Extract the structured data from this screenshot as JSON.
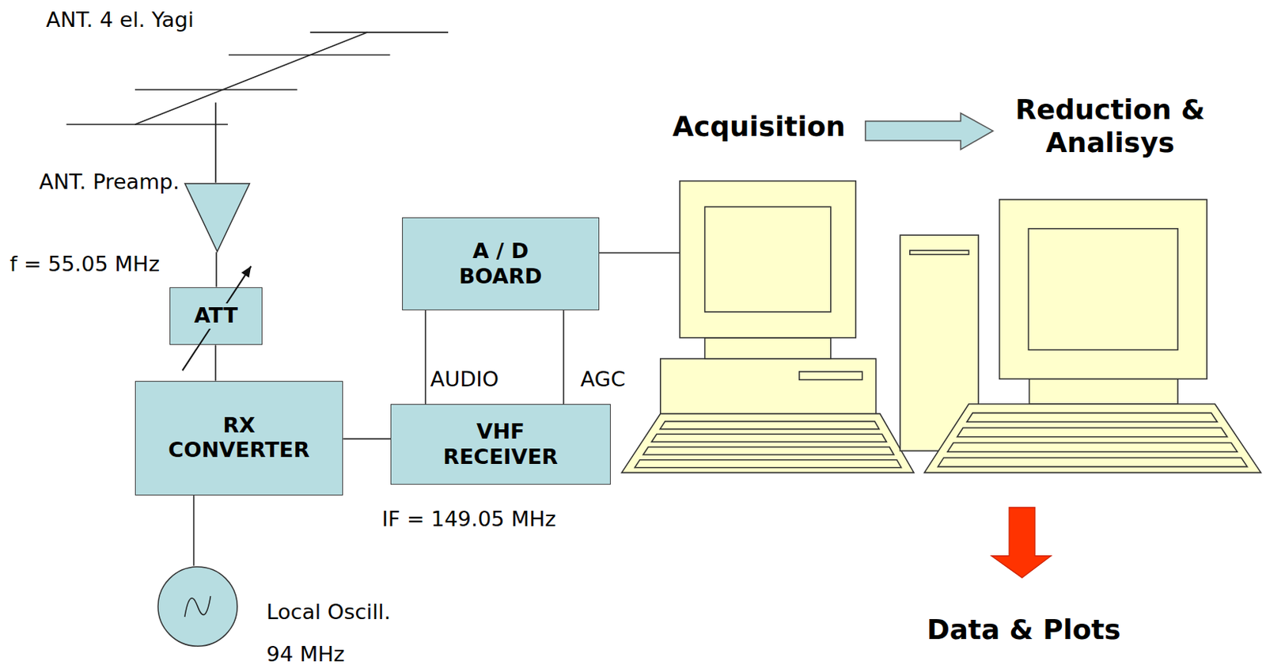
{
  "diagram": {
    "nodes": [
      {
        "text": [
          "ANT. Preamp."
        ]
      },
      {
        "text": [
          "ATT"
        ]
      },
      {
        "text": [
          "RX CONVERTER"
        ]
      },
      {
        "text": [
          "Local Oscill.",
          "94 MHz"
        ]
      },
      {
        "text": [
          "VHF RECEIVER"
        ]
      },
      {
        "text": [
          "A / D BOARD"
        ]
      }
    ],
    "edges": [
      {
        "from": 0,
        "to": 1,
        "arrow": "none"
      },
      {
        "from": 1,
        "to": 2,
        "arrow": "none"
      },
      {
        "from": 2,
        "to": 3,
        "arrow": "none"
      },
      {
        "from": 2,
        "to": 4,
        "arrow": "none"
      },
      {
        "from": 4,
        "to": 5,
        "label": "AUDIO",
        "arrow": "none"
      },
      {
        "from": 4,
        "to": 5,
        "label": "AGC",
        "arrow": "none"
      }
    ],
    "labels": [
      "ANT. 4 el. Yagi",
      "f = 55.05 MHz",
      "IF = 149.05 MHz",
      "Acquisition",
      "Reduction & Analisys",
      "Data & Plots"
    ]
  }
}
